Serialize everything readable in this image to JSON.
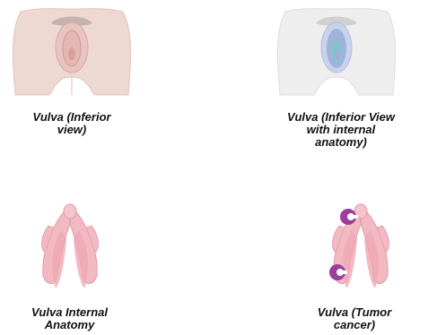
{
  "panels": [
    {
      "id": "vulva-inferior",
      "caption_lines": [
        "Vulva (Inferior",
        "view)"
      ],
      "illustration": "vulva-inferior-view",
      "skin_color": "#eed8d2",
      "inner_color": "#e4b7b2"
    },
    {
      "id": "vulva-inferior-internal",
      "caption_lines": [
        "Vulva (Inferior View",
        "with internal",
        "anatomy)"
      ],
      "illustration": "vulva-inferior-view-internal",
      "skin_color": "#eeeeee",
      "inner_color": "#9fb3d8"
    },
    {
      "id": "vulva-internal",
      "caption_lines": [
        "Vulva Internal",
        "Anatomy"
      ],
      "illustration": "clitoral-structure",
      "organ_color": "#f2b9c2"
    },
    {
      "id": "vulva-tumor",
      "caption_lines": [
        "Vulva (Tumor",
        "cancer)"
      ],
      "illustration": "clitoral-structure-with-tumors",
      "organ_color": "#f2b9c2",
      "tumor_color": "#9b3f9a"
    }
  ]
}
